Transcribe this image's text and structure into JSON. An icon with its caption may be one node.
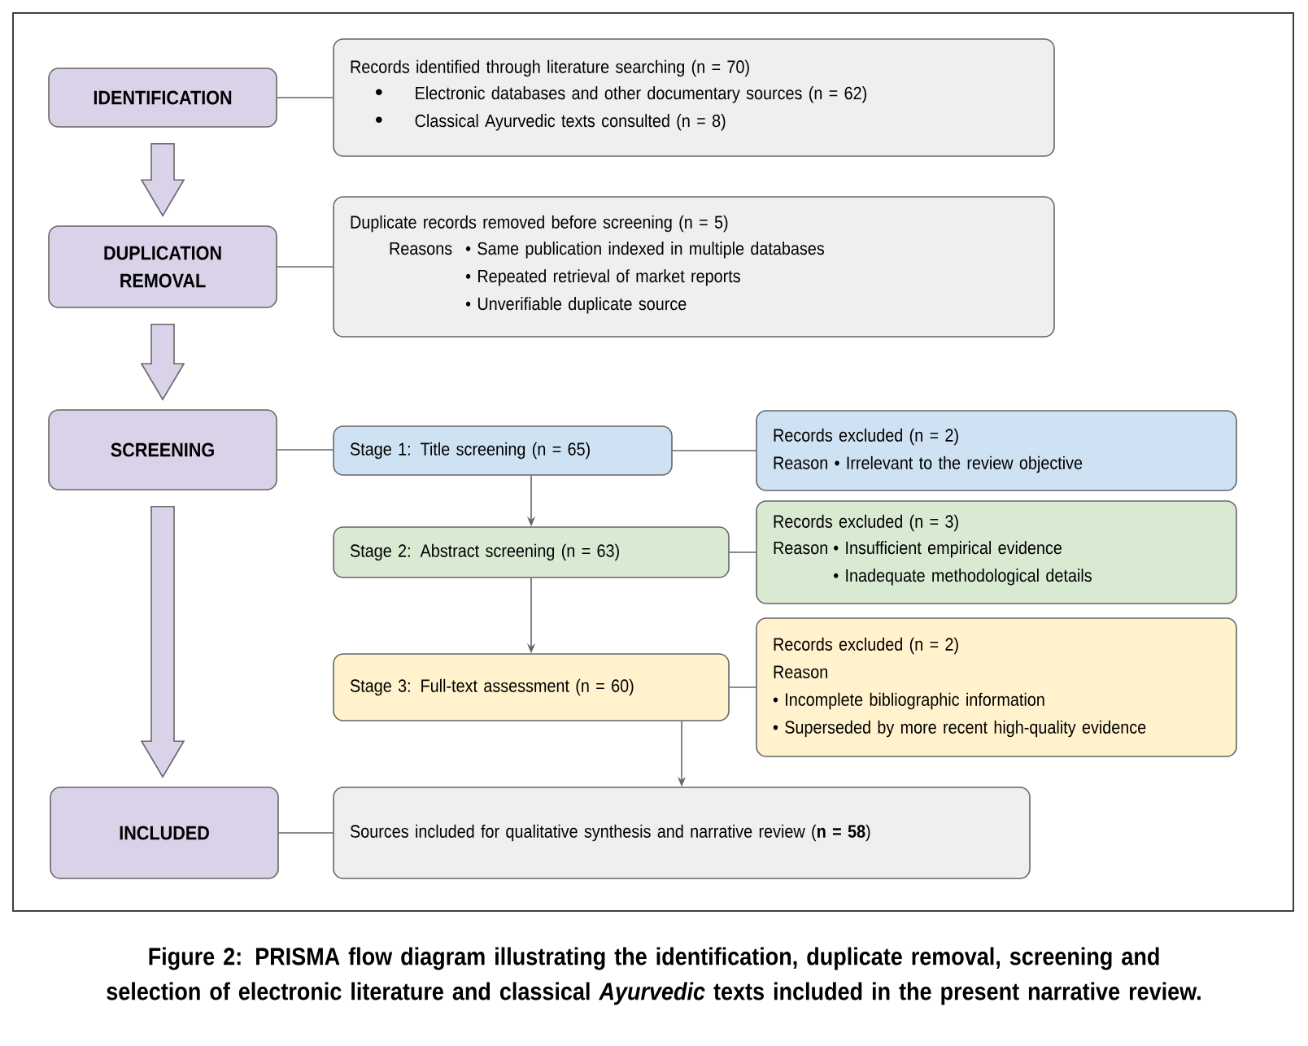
{
  "diagram": {
    "caption": "Figure 2: PRISMA flow diagram illustrating the identification, duplicate removal, screening and selection of electronic literature and classical *Ayurvedic* texts included in the present narrative review.",
    "nodes": [
      {
        "text": [
          "IDENTIFICATION"
        ]
      },
      {
        "text": [
          "Records identified through literature searching (n = 70)",
          "Electronic databases and other documentary sources (n = 62)",
          "Classical Ayurvedic texts consulted (n = 8)"
        ]
      },
      {
        "text": [
          "DUPLICATION REMOVAL"
        ]
      },
      {
        "text": [
          "Duplicate records removed before screening (n = 5)",
          "Reasons",
          "• Same publication indexed in multiple databases",
          "• Repeated retrieval of market reports",
          "• Unverifiable duplicate source"
        ]
      },
      {
        "text": [
          "SCREENING"
        ]
      },
      {
        "text": [
          "Stage 1: Title screening (n = 65)"
        ]
      },
      {
        "text": [
          "Records excluded (n = 2)",
          "Reason • Irrelevant to the review objective"
        ]
      },
      {
        "text": [
          "Stage 2: Abstract screening (n = 63)"
        ]
      },
      {
        "text": [
          "Records excluded (n = 3)",
          "Reason",
          "• Insufficient empirical evidence",
          "• Inadequate methodological details"
        ]
      },
      {
        "text": [
          "Stage 3: Full-text assessment (n = 60)"
        ]
      },
      {
        "text": [
          "Records excluded (n = 2)",
          "Reason",
          "• Incomplete bibliographic information",
          "• Superseded by more recent high-quality evidence"
        ]
      },
      {
        "text": [
          "INCLUDED"
        ]
      },
      {
        "text": [
          "Sources included for qualitative synthesis and narrative review (**n = 58**)"
        ]
      }
    ],
    "edges": [
      {
        "from": 0,
        "to": 1,
        "arrow": "none"
      },
      {
        "from": 2,
        "to": 3,
        "arrow": "none"
      },
      {
        "from": 4,
        "to": 5,
        "arrow": "none"
      },
      {
        "from": 5,
        "to": 6,
        "arrow": "none"
      },
      {
        "from": 7,
        "to": 8,
        "arrow": "none"
      },
      {
        "from": 9,
        "to": 10,
        "arrow": "none"
      },
      {
        "from": 11,
        "to": 12,
        "arrow": "none"
      },
      {
        "from": 5,
        "to": 7,
        "arrow": "to"
      },
      {
        "from": 7,
        "to": 9,
        "arrow": "to"
      },
      {
        "from": 9,
        "to": 12,
        "arrow": "to"
      },
      {
        "from": 0,
        "to": 2,
        "arrow": "to",
        "style": "thick"
      },
      {
        "from": 2,
        "to": 4,
        "arrow": "to",
        "style": "thick"
      },
      {
        "from": 4,
        "to": 11,
        "arrow": "to",
        "style": "thick"
      }
    ]
  }
}
